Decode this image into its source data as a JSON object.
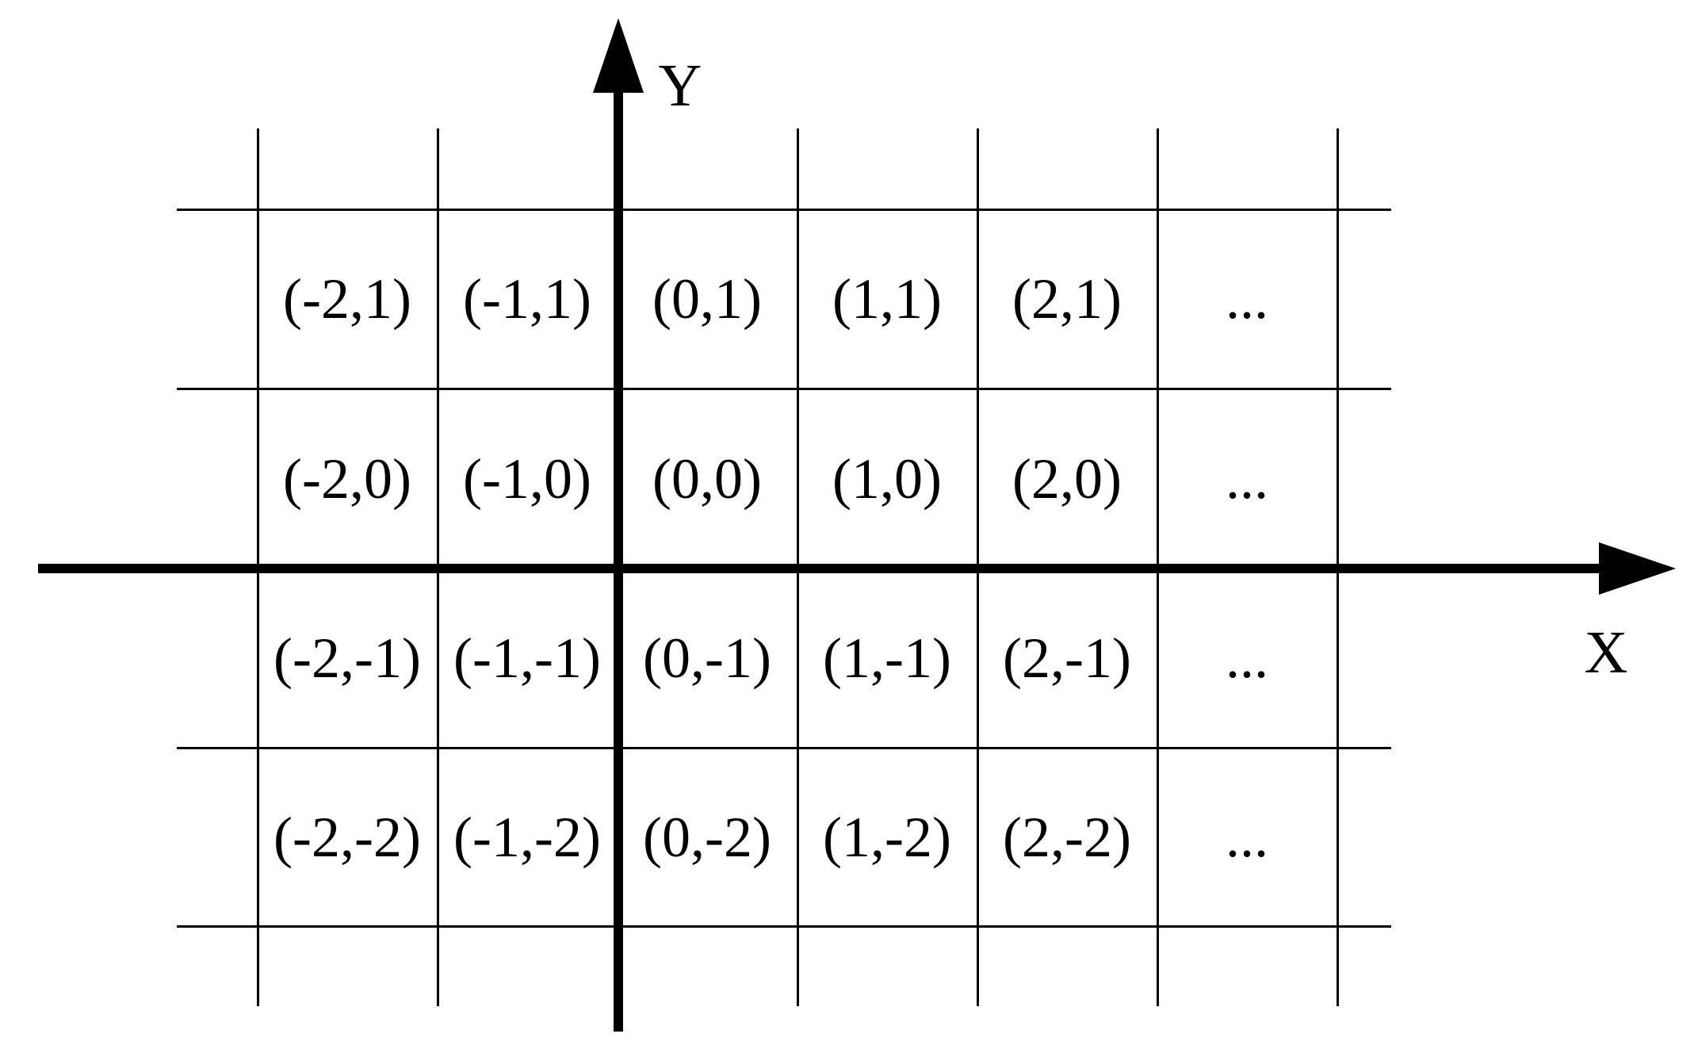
{
  "diagram": {
    "x_axis_label": "X",
    "y_axis_label": "Y",
    "rows": [
      {
        "cells": [
          "(-2,1)",
          "(-1,1)",
          "(0,1)",
          "(1,1)",
          "(2,1)",
          "..."
        ]
      },
      {
        "cells": [
          "(-2,0)",
          "(-1,0)",
          "(0,0)",
          "(1,0)",
          "(2,0)",
          "..."
        ]
      },
      {
        "cells": [
          "(-2,-1)",
          "(-1,-1)",
          "(0,-1)",
          "(1,-1)",
          "(2,-1)",
          "..."
        ]
      },
      {
        "cells": [
          "(-2,-2)",
          "(-1,-2)",
          "(0,-2)",
          "(1,-2)",
          "(2,-2)",
          "..."
        ]
      }
    ],
    "colors": {
      "background": "#ffffff",
      "lines": "#000000",
      "text": "#000000"
    }
  }
}
